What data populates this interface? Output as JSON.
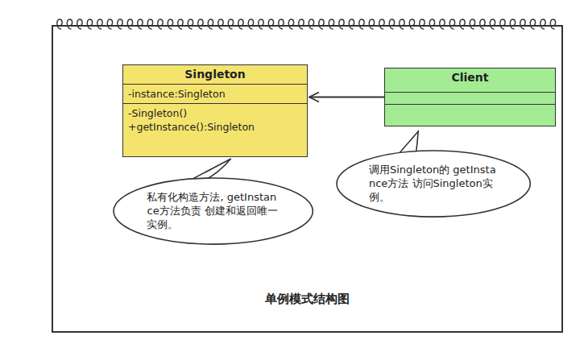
{
  "diagram": {
    "caption": "单例模式结构图",
    "nodes": [
      {
        "text": [
          "Singleton",
          "-instance:Singleton",
          "-Singleton()",
          "+getInstance():Singleton"
        ]
      },
      {
        "text": [
          "Client"
        ]
      },
      {
        "text": [
          "私有化构造方法, getInstance方法负责 创建和返回唯一实例。"
        ]
      },
      {
        "text": [
          "调用Singleton的 getInstance方法 访问Singleton实例。"
        ]
      }
    ],
    "edges": [
      {
        "from": 1,
        "to": 0,
        "arrow": "to"
      }
    ]
  }
}
